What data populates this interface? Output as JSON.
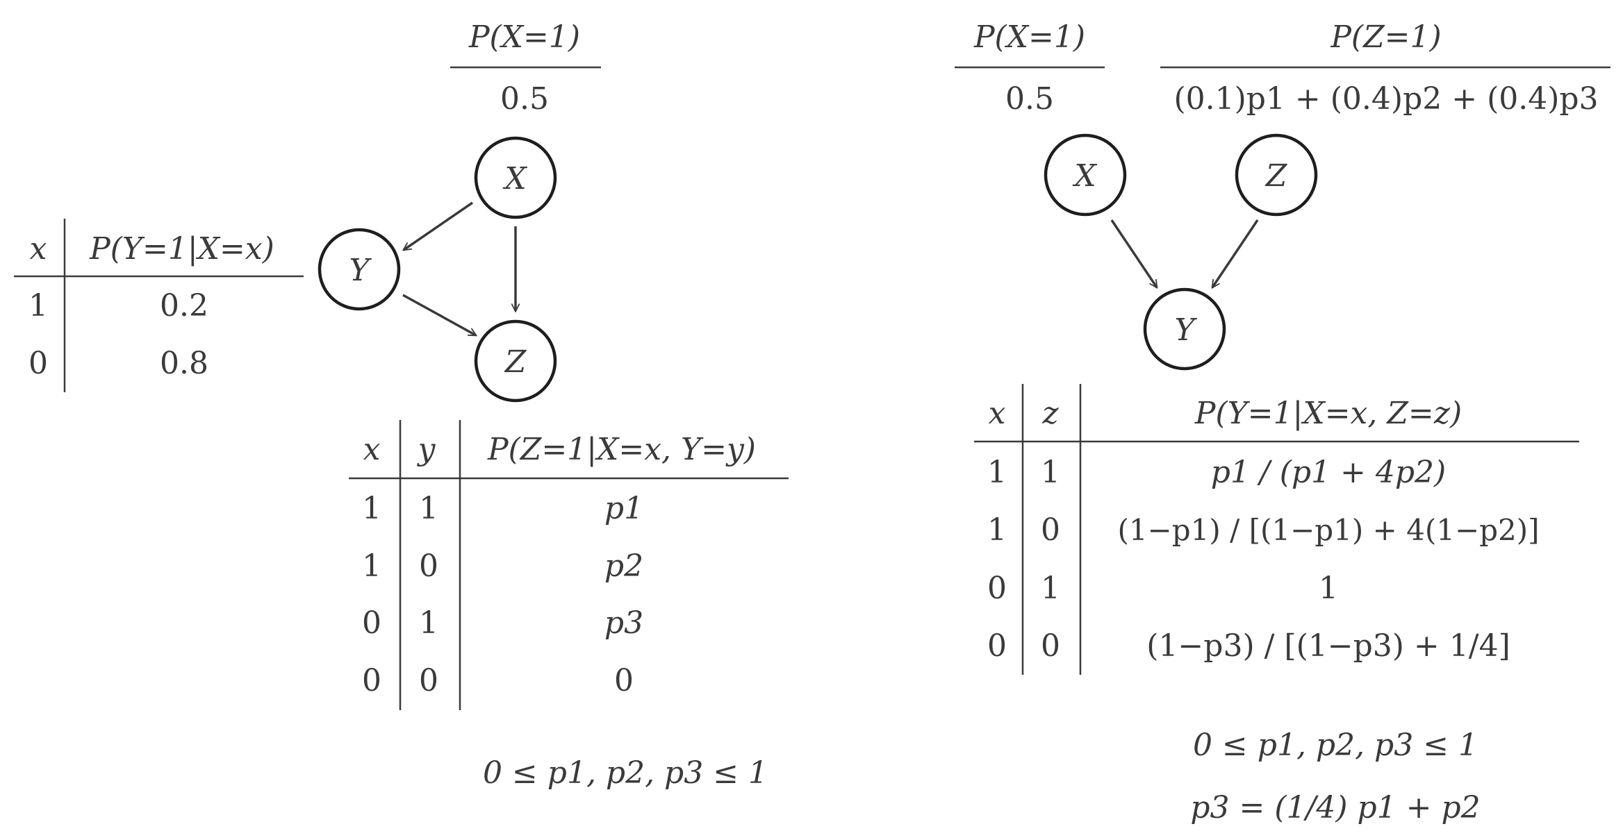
{
  "left": {
    "prior": {
      "label": "P(X=1)",
      "value": "0.5"
    },
    "nodes": {
      "x": "X",
      "y": "Y",
      "z": "Z"
    },
    "table_y": {
      "headers": [
        "x",
        "P(Y=1|X=x)"
      ],
      "rows": [
        [
          "1",
          "0.2"
        ],
        [
          "0",
          "0.8"
        ]
      ]
    },
    "table_z": {
      "headers": [
        "x",
        "y",
        "P(Z=1|X=x, Y=y)"
      ],
      "rows": [
        [
          "1",
          "1",
          "p1"
        ],
        [
          "1",
          "0",
          "p2"
        ],
        [
          "0",
          "1",
          "p3"
        ],
        [
          "0",
          "0",
          "0"
        ]
      ]
    },
    "constraint": "0 ≤ p1, p2, p3 ≤ 1"
  },
  "right": {
    "prior_x": {
      "label": "P(X=1)",
      "value": "0.5"
    },
    "prior_z": {
      "label": "P(Z=1)",
      "value": "(0.1)p1 + (0.4)p2 + (0.4)p3"
    },
    "nodes": {
      "x": "X",
      "z": "Z",
      "y": "Y"
    },
    "table_y": {
      "headers": [
        "x",
        "z",
        "P(Y=1|X=x, Z=z)"
      ],
      "rows": [
        [
          "1",
          "1",
          "p1 / (p1 + 4p2)"
        ],
        [
          "1",
          "0",
          "(1−p1) / [(1−p1) + 4(1−p2)]"
        ],
        [
          "0",
          "1",
          "1"
        ],
        [
          "0",
          "0",
          "(1−p3) / [(1−p3) + 1/4]"
        ]
      ]
    },
    "constraint_1": "0 ≤ p1, p2, p3 ≤ 1",
    "constraint_2": "p3 = (1/4) p1 + p2"
  }
}
